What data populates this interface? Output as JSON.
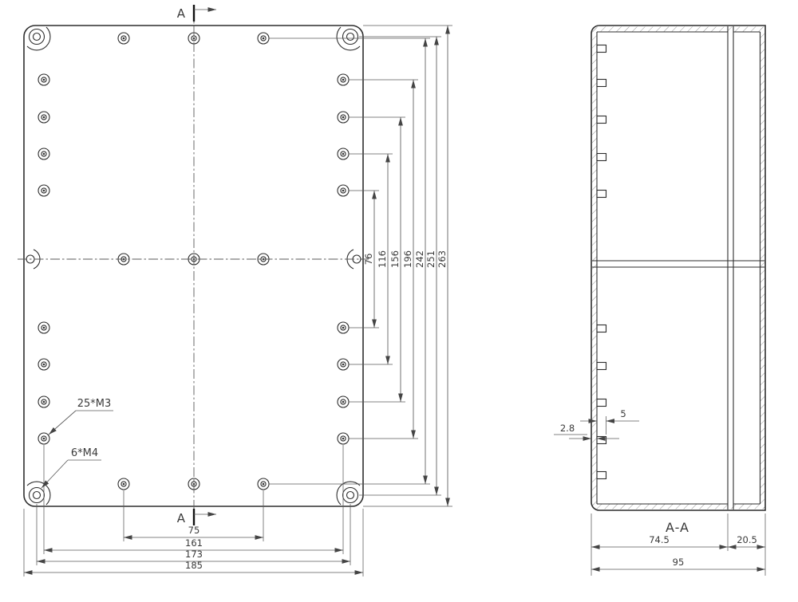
{
  "front_view": {
    "section_label_top": "A",
    "section_label_bottom": "A",
    "callout_bosses": "25*M3",
    "callout_corners": "6*M4",
    "vertical_dims": [
      "76",
      "116",
      "156",
      "196",
      "242",
      "251",
      "263"
    ],
    "bottom_dims": [
      "75",
      "161",
      "173",
      "185"
    ]
  },
  "section_view": {
    "title": "A-A",
    "wall_thickness": "2.8",
    "tab_depth": "5",
    "body_depth": "74.5",
    "cover_depth": "20.5",
    "total_depth": "95"
  }
}
